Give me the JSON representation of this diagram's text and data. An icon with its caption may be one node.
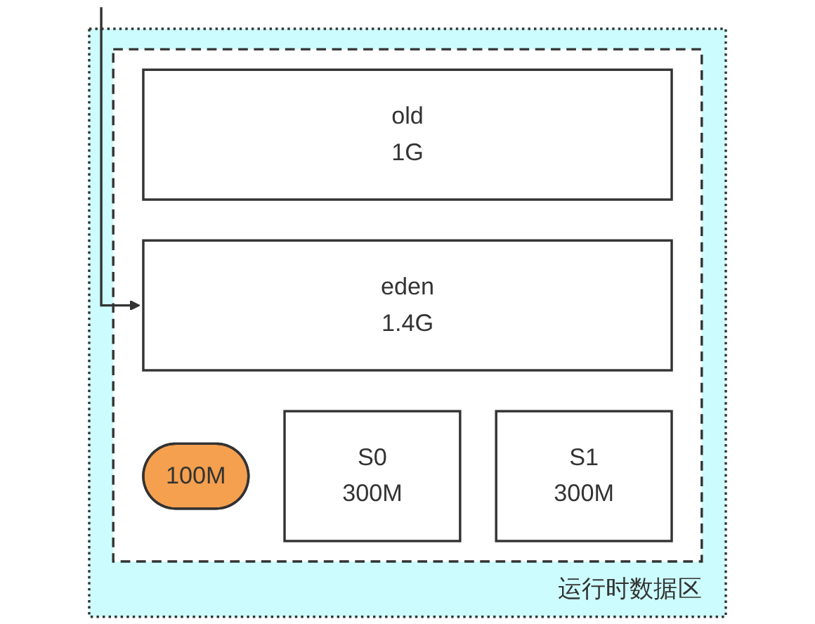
{
  "diagram": {
    "nodes": [
      {
        "text": [
          "运行时数据区"
        ]
      },
      {
        "text": [],
        "shape": "box",
        "in": 0
      },
      {
        "text": [
          "old",
          "1G"
        ],
        "in": 1
      },
      {
        "text": [
          "eden",
          "1.4G"
        ],
        "in": 1
      },
      {
        "text": [
          "100M"
        ],
        "in": 1
      },
      {
        "text": [
          "S0",
          "300M"
        ],
        "in": 1
      },
      {
        "text": [
          "S1",
          "300M"
        ],
        "in": 1
      }
    ],
    "edges": [
      {
        "from": null,
        "to": 3,
        "arrow": "to"
      }
    ]
  }
}
